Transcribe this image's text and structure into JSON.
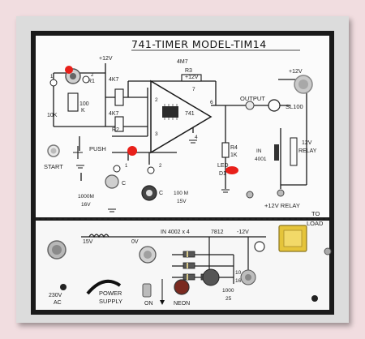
{
  "board": {
    "title": "741-TIMER  MODEL-TIM14",
    "supply_pos": "+12V",
    "supply_pos_2": "+12V",
    "r_feedback": "4M7",
    "r_r3": "R3",
    "r_r1": "R1",
    "r_r2": "R2",
    "r_4k7_a": "4K7",
    "r_4k7_b": "4K7",
    "r_100k": "100",
    "r_100k_unit": "K",
    "r_10k": "10K",
    "r_r4": "R4",
    "r_r4_val": "1K",
    "ic_label": "741",
    "pin2": "2",
    "pin3": "3",
    "pin6": "6",
    "pin7": "7",
    "pin4": "4",
    "output_label": "OUTPUT",
    "transistor_label": "SL100",
    "diode_label": "IN",
    "diode_label_2": "4001",
    "relay_label": "12V",
    "relay_label_2": "RELAY",
    "push_label": "PUSH",
    "start_label": "START",
    "led_label": "LED",
    "led_label_2": "D1",
    "cap_c1": "C",
    "cap_c2": "C",
    "cap_1000": "1000M",
    "cap_16v": "16V",
    "cap_100": "100 M",
    "cap_15v": "15V",
    "relay_bottom": "+12V RELAY",
    "to_load": "TO",
    "to_load_2": "LOAD",
    "neg12": "-12V",
    "ps_15v": "15V",
    "ps_0v": "0V",
    "ps_diodes": "IN 4002 x 4",
    "ps_reg": "7812",
    "ps_neg": "-12V",
    "ps_cap_10": "10",
    "ps_cap_16": "16",
    "ps_cap_1000": "1000",
    "ps_cap_25": "25",
    "mains_230": "230V",
    "mains_ac": "AC",
    "power_supply": "POWER",
    "power_supply_2": "SUPPLY",
    "switch_on": "ON",
    "neon_label": "NEON",
    "pin_1": "1",
    "pin_2": "2"
  },
  "colors": {
    "background": "#f1dde0",
    "panel": "#fbfbfb",
    "panel_border": "#1a1a1a",
    "led": "#e8201a",
    "relay": "#e5c43a"
  }
}
